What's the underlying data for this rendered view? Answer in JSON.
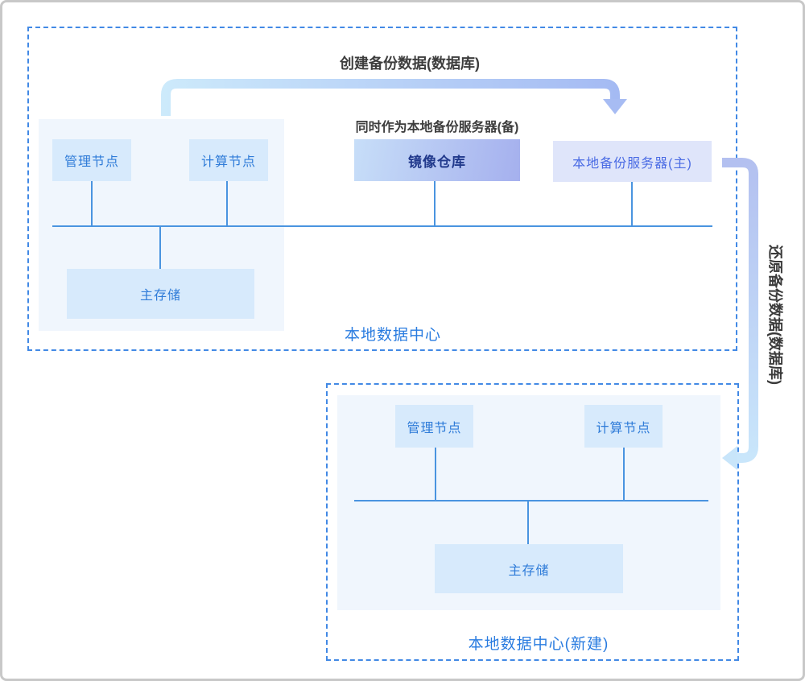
{
  "flows": {
    "create_backup_label": "创建备份数据(数据库)",
    "standby_note": "同时作为本地备份服务器(备)",
    "restore_backup_label": "还原备份数据(数据库)"
  },
  "local_dc": {
    "label": "本地数据中心",
    "nodes": {
      "mgmt": "管理节点",
      "compute": "计算节点",
      "mirror": "镜像仓库",
      "backup_server": "本地备份服务器(主)",
      "storage": "主存储"
    }
  },
  "new_dc": {
    "label": "本地数据中心(新建)",
    "nodes": {
      "mgmt": "管理节点",
      "compute": "计算节点",
      "storage": "主存储"
    }
  },
  "colors": {
    "dashed_border": "#4289e5",
    "panel_bg": "#f0f6fd",
    "node_bg": "#d7eafc",
    "node_text": "#2e7bd8",
    "mirror_gradient_start": "#c7def8",
    "mirror_gradient_end": "#a5b0ee",
    "backup_server_bg": "#dfe5fa",
    "backup_server_text": "#4a6be4",
    "bus_line": "#4a94e0",
    "dc_label_text": "#2a7ce0",
    "create_arrow_start": "#cdeafb",
    "create_arrow_end": "#a4baf3",
    "restore_arrow_start": "#b3c0f0",
    "restore_arrow_end": "#c9e6fb"
  }
}
